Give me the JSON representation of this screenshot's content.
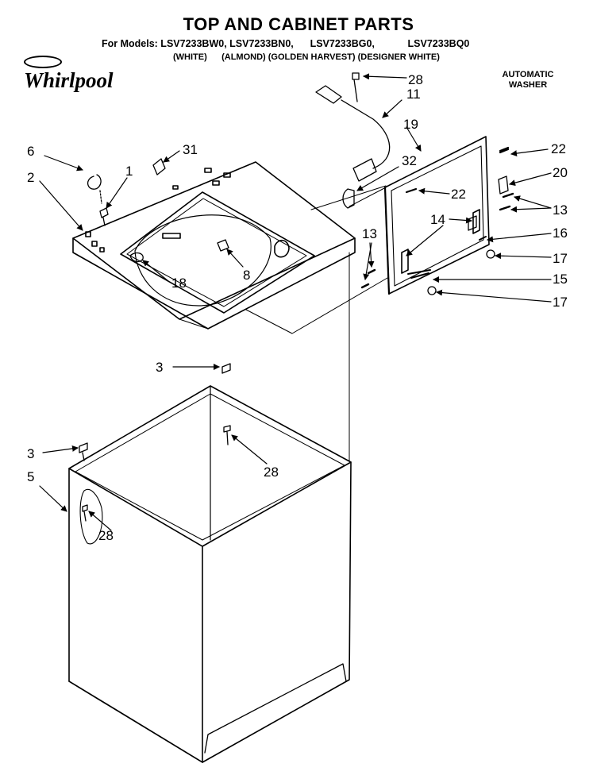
{
  "header": {
    "title": "TOP AND CABINET PARTS",
    "models_line": "For Models: LSV7233BW0, LSV7233BN0,      LSV7233BG0,            LSV7233BQ0",
    "variants_line": "(WHITE)      (ALMOND) (GOLDEN HARVEST) (DESIGNER WHITE)",
    "brand": "Whirlpool",
    "appliance_line1": "AUTOMATIC",
    "appliance_line2": "WASHER"
  },
  "callouts": {
    "c28_top": "28",
    "c11": "11",
    "c19": "19",
    "c22_right": "22",
    "c20": "20",
    "c22_inner": "22",
    "c13_right": "13",
    "c14": "14",
    "c16": "16",
    "c13_left": "13",
    "c17_upper": "17",
    "c15": "15",
    "c17_lower": "17",
    "c6": "6",
    "c31": "31",
    "c1": "1",
    "c2": "2",
    "c32": "32",
    "c18": "18",
    "c8": "8",
    "c3_upper": "3",
    "c28_mid": "28",
    "c3_left": "3",
    "c5": "5",
    "c28_low": "28"
  },
  "colors": {
    "ink": "#000000",
    "paper": "#ffffff"
  }
}
